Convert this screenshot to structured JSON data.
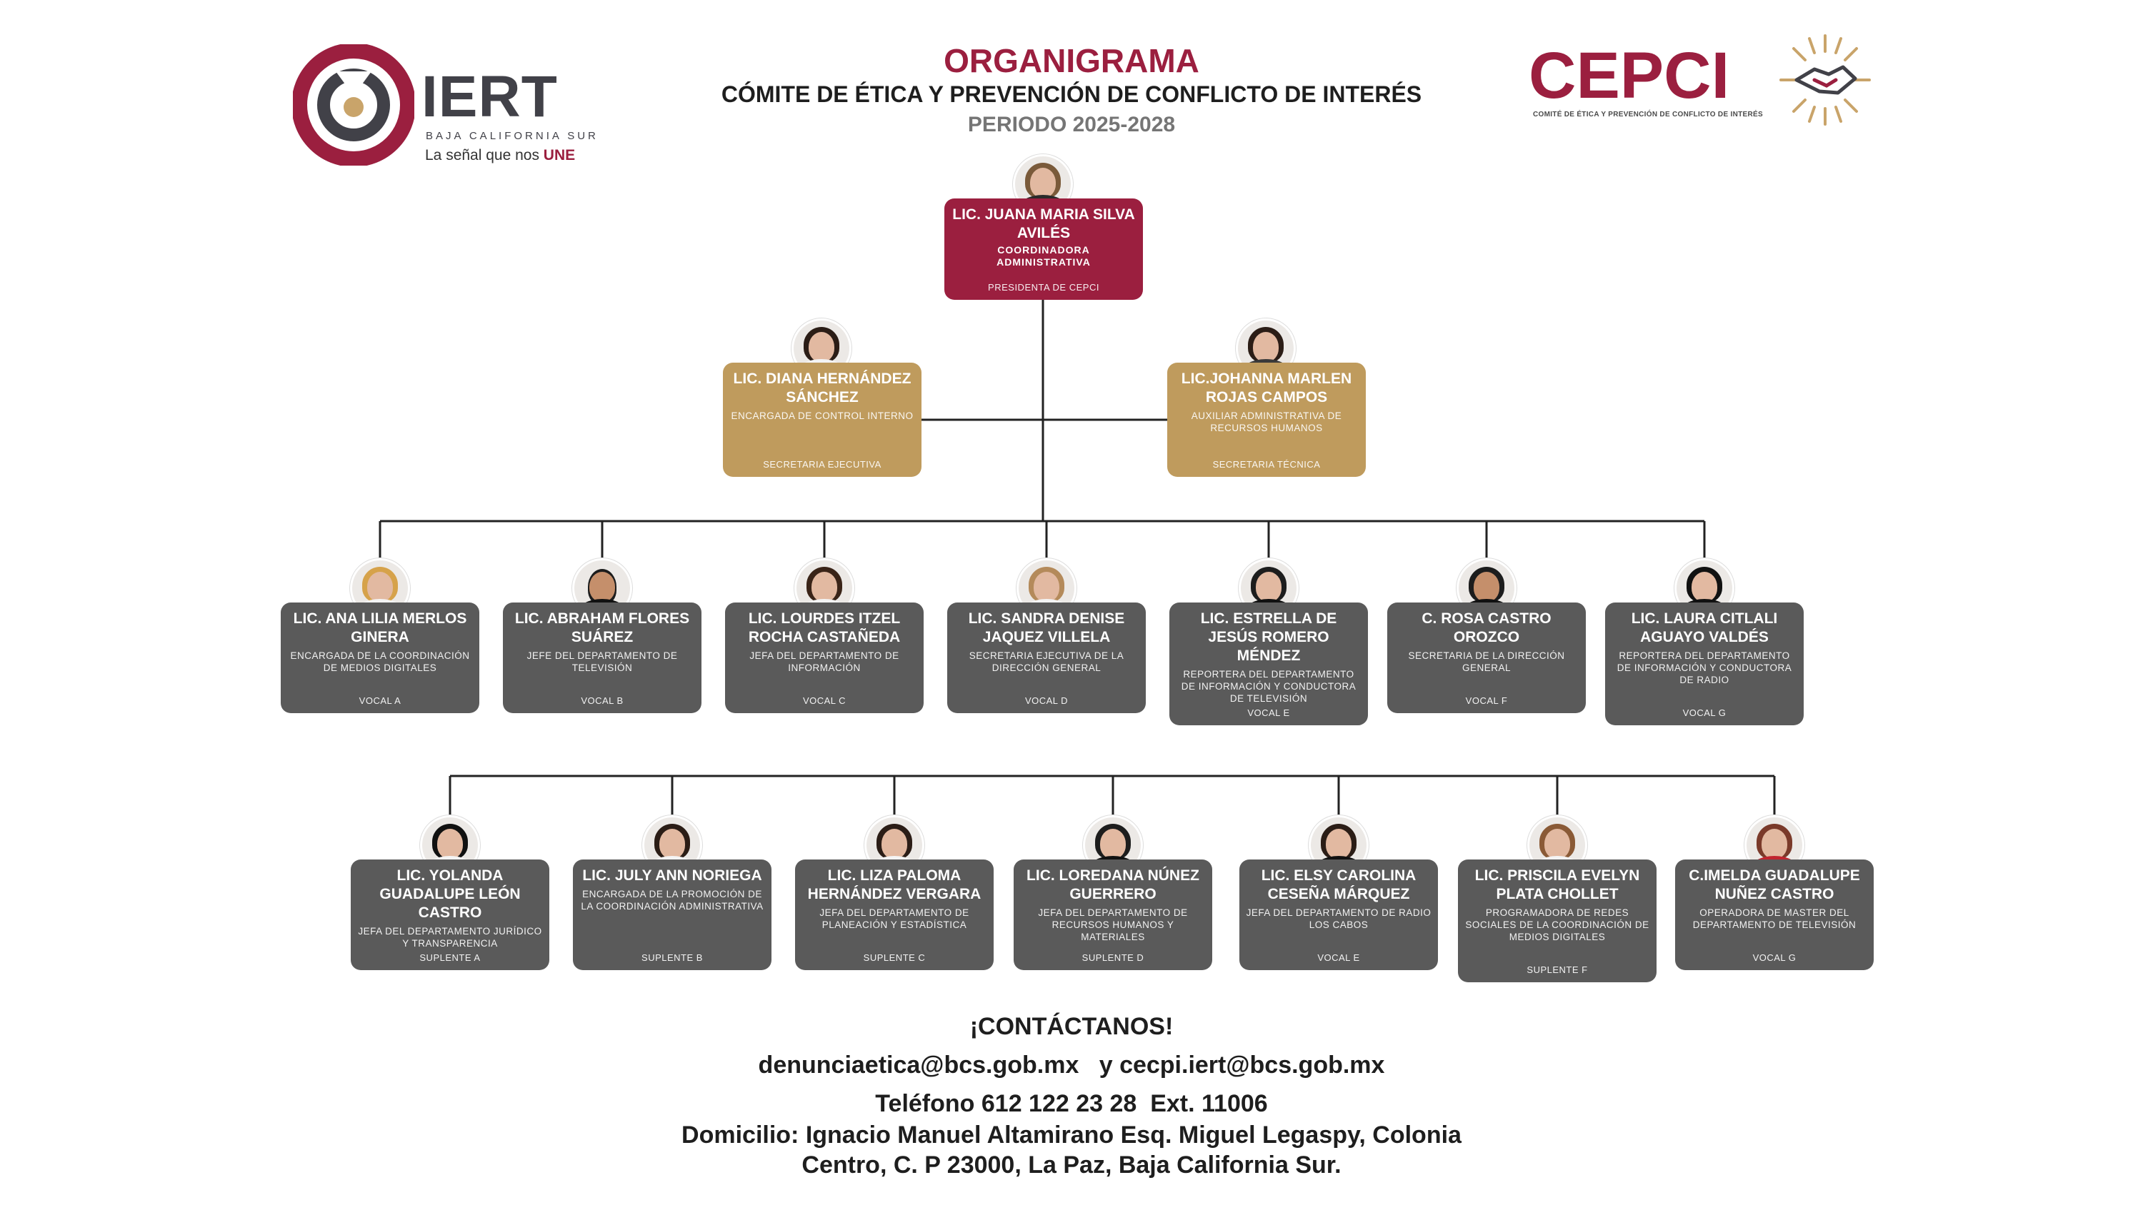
{
  "header": {
    "title": "ORGANIGRAMA",
    "subtitle": "CÓMITE DE ÉTICA Y PREVENCIÓN DE CONFLICTO DE INTERÉS",
    "period": "PERIODO 2025-2028"
  },
  "logos": {
    "iert": {
      "name": "IERT",
      "region": "BAJA CALIFORNIA SUR",
      "tagline_prefix": "La señal que nos ",
      "tagline_emph": "UNE"
    },
    "cepci": {
      "name": "CEPCI",
      "subtitle": "COMITÉ DE ÉTICA Y PREVENCIÓN DE CONFLICTO DE INTERÉS"
    }
  },
  "colors": {
    "wine": "#9b1f3f",
    "gold": "#bf9b5d",
    "gray": "#5a5a5a",
    "line": "#222222"
  },
  "president": {
    "name": "LIC. JUANA MARIA SILVA AVILÉS",
    "role": "COORDINADORA ADMINISTRATIVA",
    "position": "PRESIDENTA DE CEPCI"
  },
  "secretaries": [
    {
      "name": "LIC. DIANA HERNÁNDEZ SÁNCHEZ",
      "role": "ENCARGADA DE CONTROL INTERNO",
      "position": "SECRETARIA EJECUTIVA"
    },
    {
      "name": "LIC.JOHANNA MARLEN ROJAS CAMPOS",
      "role": "AUXILIAR ADMINISTRATIVA DE RECURSOS HUMANOS",
      "position": "SECRETARIA TÉCNICA"
    }
  ],
  "vocales": [
    {
      "name": "LIC. ANA LILIA MERLOS GINERA",
      "role": "ENCARGADA DE LA COORDINACIÓN DE MEDIOS DIGITALES",
      "position": "VOCAL A"
    },
    {
      "name": "LIC. ABRAHAM FLORES SUÁREZ",
      "role": "JEFE DEL DEPARTAMENTO DE TELEVISIÓN",
      "position": "VOCAL B"
    },
    {
      "name": "LIC. LOURDES ITZEL ROCHA CASTAÑEDA",
      "role": "JEFA DEL DEPARTAMENTO DE INFORMACIÓN",
      "position": "VOCAL C"
    },
    {
      "name": "LIC. SANDRA DENISE JAQUEZ VILLELA",
      "role": "SECRETARIA EJECUTIVA DE LA DIRECCIÓN GENERAL",
      "position": "VOCAL D"
    },
    {
      "name": "LIC. ESTRELLA DE JESÚS ROMERO MÉNDEZ",
      "role": "REPORTERA DEL DEPARTAMENTO DE INFORMACIÓN Y CONDUCTORA DE TELEVISIÓN",
      "position": "VOCAL E"
    },
    {
      "name": "C. ROSA CASTRO OROZCO",
      "role": "SECRETARIA DE LA DIRECCIÓN GENERAL",
      "position": "VOCAL F"
    },
    {
      "name": "LIC. LAURA CITLALI AGUAYO VALDÉS",
      "role": "REPORTERA DEL DEPARTAMENTO DE INFORMACIÓN Y CONDUCTORA DE RADIO",
      "position": "VOCAL G"
    }
  ],
  "suplentes": [
    {
      "name": "LIC. YOLANDA GUADALUPE LEÓN CASTRO",
      "role": "JEFA DEL DEPARTAMENTO JURÍDICO Y TRANSPARENCIA",
      "position": "SUPLENTE A"
    },
    {
      "name": "LIC. JULY  ANN NORIEGA",
      "role": "ENCARGADA DE LA PROMOCIÓN DE LA COORDINACIÓN ADMINISTRATIVA",
      "position": "SUPLENTE B"
    },
    {
      "name": "LIC. LIZA PALOMA HERNÁNDEZ VERGARA",
      "role": "JEFA DEL DEPARTAMENTO DE PLANEACIÓN Y ESTADÍSTICA",
      "position": "SUPLENTE C"
    },
    {
      "name": "LIC. LOREDANA NÚNEZ GUERRERO",
      "role": "JEFA DEL DEPARTAMENTO DE RECURSOS HUMANOS Y MATERIALES",
      "position": "SUPLENTE D"
    },
    {
      "name": "LIC. ELSY CAROLINA CESEÑA MÁRQUEZ",
      "role": "JEFA DEL DEPARTAMENTO DE RADIO LOS CABOS",
      "position": "VOCAL E"
    },
    {
      "name": "LIC. PRISCILA EVELYN PLATA CHOLLET",
      "role": "PROGRAMADORA DE REDES SOCIALES DE LA COORDINACIÓN DE MEDIOS DIGITALES",
      "position": "SUPLENTE F"
    },
    {
      "name": "C.IMELDA GUADALUPE NUÑEZ CASTRO",
      "role": "OPERADORA DE MASTER DEL DEPARTAMENTO DE TELEVISIÓN",
      "position": "VOCAL G"
    }
  ],
  "contact": {
    "heading": "¡CONTÁCTANOS!",
    "emails": "denunciaetica@bcs.gob.mx   y cecpi.iert@bcs.gob.mx",
    "phone": "Teléfono 612 122 23 28  Ext. 11006",
    "address_line1": "Domicilio: Ignacio Manuel Altamirano Esq. Miguel Legaspy, Colonia",
    "address_line2": "Centro, C. P 23000, La Paz, Baja California Sur."
  }
}
